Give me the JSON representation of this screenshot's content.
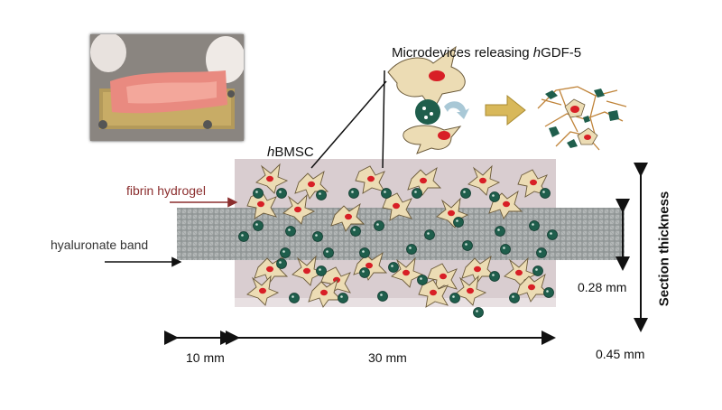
{
  "labels": {
    "microdevices_prefix": "Microdevices releasing ",
    "microdevices_italic": "h",
    "microdevices_suffix": "GDF-5",
    "hbmsc_italic": "h",
    "hbmsc_suffix": "BMSC",
    "fibrin_hydrogel": "fibrin hydrogel",
    "hyaluronate_band": "hyaluronate band",
    "section_thickness": "Section thickness",
    "dim_10mm": "10 mm",
    "dim_30mm": "30 mm",
    "dim_028mm": "0.28 mm",
    "dim_045mm": "0.45 mm"
  },
  "colors": {
    "hydrogel": "#d9cdd0",
    "band": "#9aa0a0",
    "cell_body": "#ecdcb4",
    "nucleus": "#d81f26",
    "microdevice": "#1f5e4c",
    "fibrin_label": "#8b2e2e",
    "arrow_fill": "#d8b85a"
  }
}
